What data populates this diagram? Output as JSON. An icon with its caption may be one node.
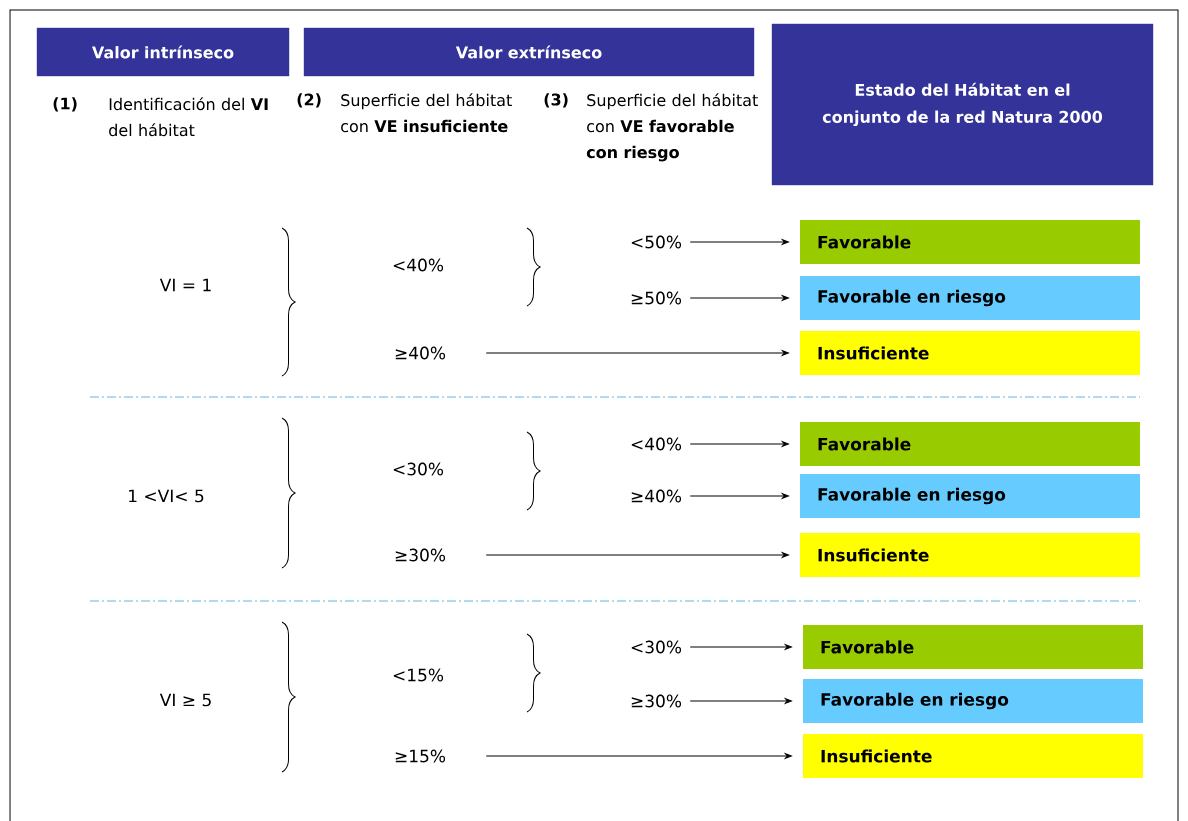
{
  "diagram": {
    "nodes": [
      {
        "text": [
          "Valor intrínseco"
        ]
      },
      {
        "text": [
          "Valor extrínseco"
        ]
      },
      {
        "text": [
          "Estado del Hábitat en el conjunto de la red Natura 2000"
        ]
      },
      {
        "text": [
          "<50%"
        ]
      },
      {
        "text": [
          "Favorable"
        ]
      },
      {
        "text": [
          "≥50%"
        ]
      },
      {
        "text": [
          "Favorable en riesgo"
        ]
      },
      {
        "text": [
          "≥40%"
        ]
      },
      {
        "text": [
          "Insuficiente"
        ]
      },
      {
        "text": [
          "<40%"
        ]
      },
      {
        "text": [
          "Favorable"
        ]
      },
      {
        "text": [
          "≥40%"
        ]
      },
      {
        "text": [
          "Favorable en riesgo"
        ]
      },
      {
        "text": [
          "≥30%"
        ]
      },
      {
        "text": [
          "Insuficiente"
        ]
      },
      {
        "text": [
          "<30%"
        ]
      },
      {
        "text": [
          "Favorable"
        ]
      },
      {
        "text": [
          "≥30%"
        ]
      },
      {
        "text": [
          "Favorable en riesgo"
        ]
      },
      {
        "text": [
          "≥15%"
        ]
      },
      {
        "text": [
          "Insuficiente"
        ]
      }
    ],
    "edges": [
      {
        "from": 3,
        "to": 4,
        "arrow": "to"
      },
      {
        "from": 5,
        "to": 6,
        "arrow": "to"
      },
      {
        "from": 7,
        "to": 8,
        "arrow": "to"
      },
      {
        "from": 9,
        "to": 10,
        "arrow": "to"
      },
      {
        "from": 11,
        "to": 12,
        "arrow": "to"
      },
      {
        "from": 13,
        "to": 14,
        "arrow": "to"
      },
      {
        "from": 15,
        "to": 16,
        "arrow": "to"
      },
      {
        "from": 17,
        "to": 18,
        "arrow": "to"
      },
      {
        "from": 19,
        "to": 20,
        "arrow": "to"
      }
    ],
    "labels": [
      "(1)",
      "Identificación del **VI** del hábitat",
      "(2)",
      "Superficie del hábitat con **VE insuficiente**",
      "(3)",
      "Superficie del hábitat con **VE favorable con riesgo**",
      "VI = 1",
      "<40%",
      "1 <VI< 5",
      "<30%",
      "VI ≥ 5",
      "<15%"
    ]
  }
}
